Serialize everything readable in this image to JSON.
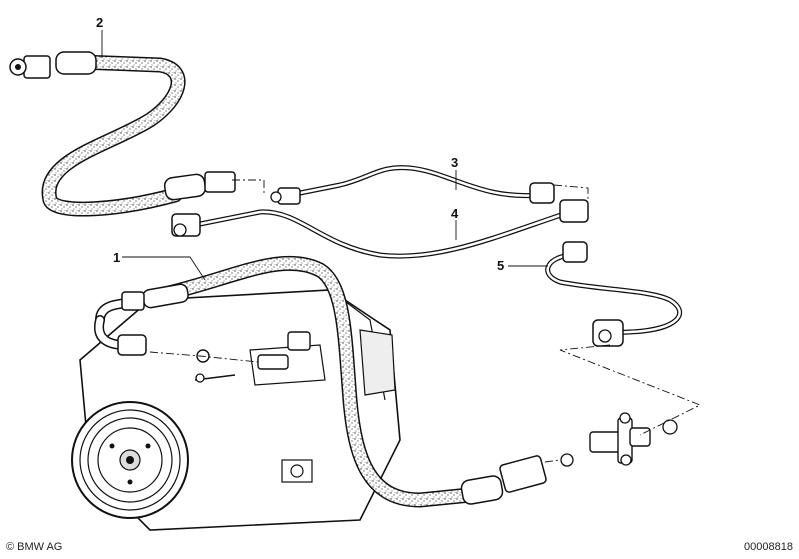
{
  "callouts": {
    "c1": "1",
    "c2": "2",
    "c3": "3",
    "c4": "4",
    "c5": "5"
  },
  "footer": {
    "copyright_mark": "©",
    "brand": "BMW AG",
    "diagram_number": "00008818"
  },
  "colors": {
    "ink": "#111111",
    "hose_fill": "#ffffff",
    "hose_speckle": "#333333"
  }
}
